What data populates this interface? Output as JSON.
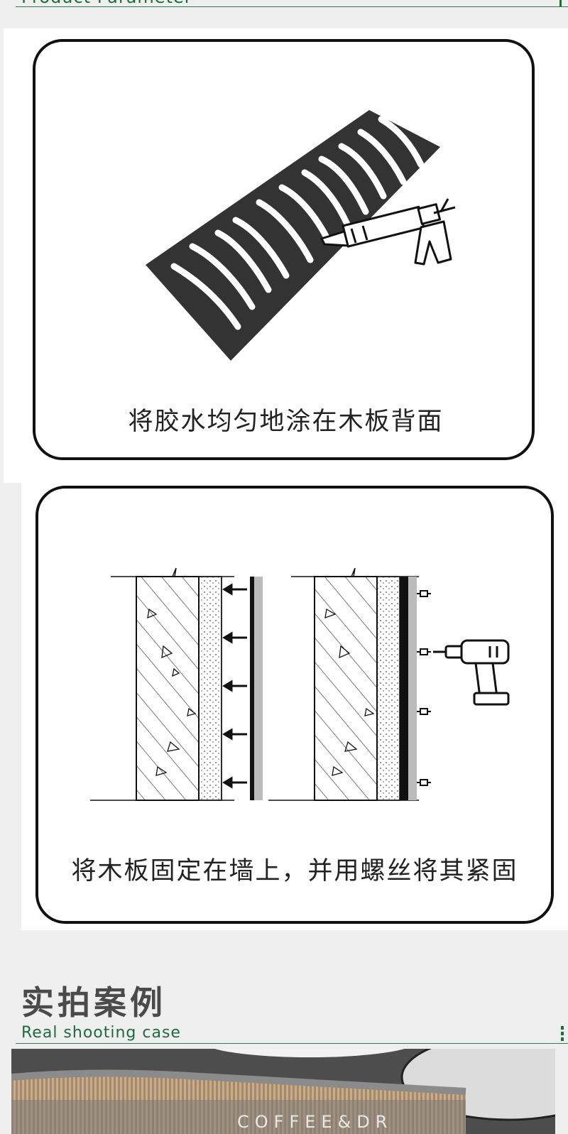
{
  "top_section": {
    "subtitle": "Product Parameter"
  },
  "step1": {
    "caption": "将胶水均匀地涂在木板背面"
  },
  "step2": {
    "caption": "将木板固定在墙上，并用螺丝将其紧固"
  },
  "case_section": {
    "title": "实拍案例",
    "subtitle": "Real shooting case"
  },
  "photo": {
    "sign_text": "COFFEE&DR"
  },
  "colors": {
    "accent": "#1f6b3e",
    "panel": "#333333",
    "background": "#efefef"
  }
}
